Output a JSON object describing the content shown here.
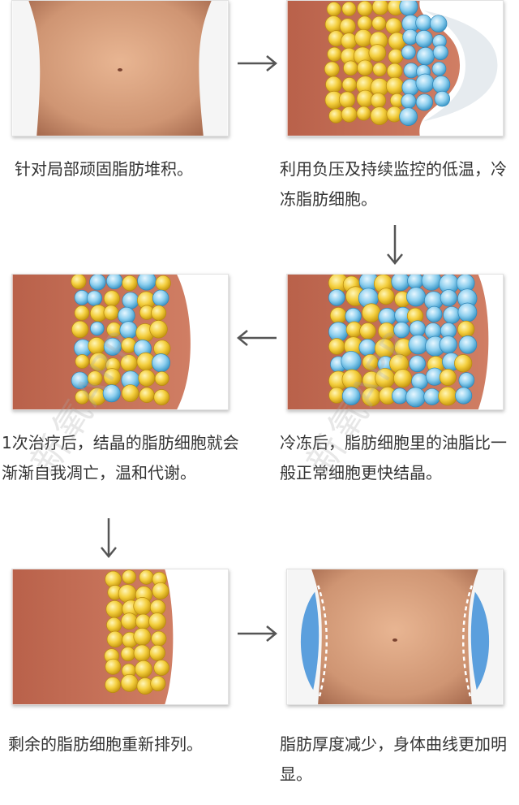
{
  "steps": [
    {
      "caption": "针对局部顽固脂肪堆积。"
    },
    {
      "caption": "利用负压及持续监控的低温，冷冻脂肪细胞。"
    },
    {
      "caption": "冷冻后，脂肪细胞里的油脂比一般正常细胞更快结晶。"
    },
    {
      "caption": "1次治疗后，结晶的脂肪细胞就会渐渐自我凋亡，温和代谢。"
    },
    {
      "caption": "剩余的脂肪细胞重新排列。"
    },
    {
      "caption": "脂肪厚度减少，身体曲线更加明显。"
    }
  ],
  "watermark": "新氧APP",
  "icons": {
    "arrow_right": "arrow-right-icon",
    "arrow_down": "arrow-down-icon",
    "arrow_left": "arrow-left-icon"
  },
  "colors": {
    "skin": "#c9735a",
    "fat": "#f2c93a",
    "ice": "#7ec8ea",
    "arrow": "#555555"
  }
}
